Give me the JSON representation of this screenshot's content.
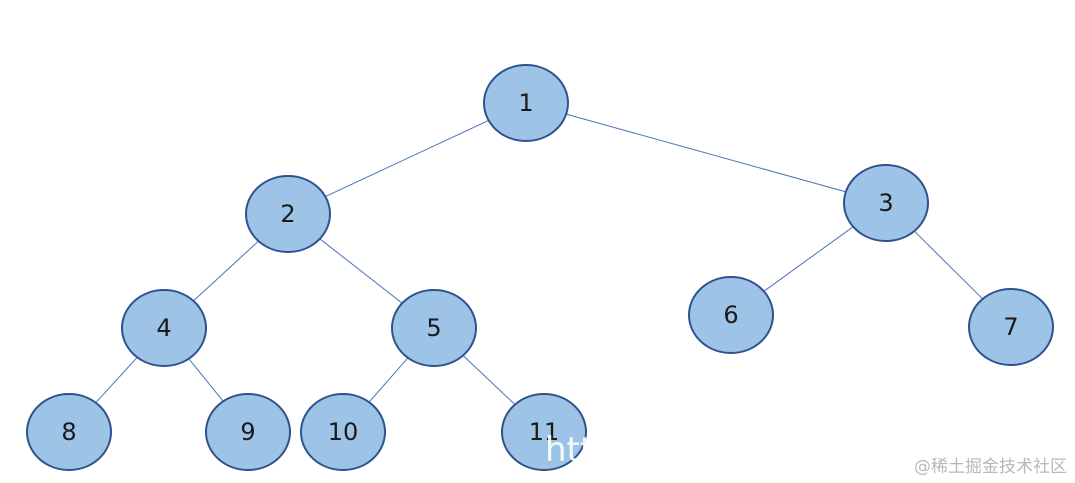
{
  "diagram": {
    "nodes": [
      {
        "id": "1",
        "label": "1"
      },
      {
        "id": "2",
        "label": "2"
      },
      {
        "id": "3",
        "label": "3"
      },
      {
        "id": "4",
        "label": "4"
      },
      {
        "id": "5",
        "label": "5"
      },
      {
        "id": "6",
        "label": "6"
      },
      {
        "id": "7",
        "label": "7"
      },
      {
        "id": "8",
        "label": "8"
      },
      {
        "id": "9",
        "label": "9"
      },
      {
        "id": "10",
        "label": "10"
      },
      {
        "id": "11",
        "label": "11"
      }
    ],
    "edges": [
      [
        "1",
        "2"
      ],
      [
        "1",
        "3"
      ],
      [
        "2",
        "4"
      ],
      [
        "2",
        "5"
      ],
      [
        "3",
        "6"
      ],
      [
        "3",
        "7"
      ],
      [
        "4",
        "8"
      ],
      [
        "4",
        "9"
      ],
      [
        "5",
        "10"
      ],
      [
        "5",
        "11"
      ]
    ],
    "colors": {
      "node_fill": "#9dc3e6",
      "node_stroke": "#2f528f",
      "edge": "#4a74b8"
    }
  },
  "overlay_text": "htt",
  "watermark": "@稀土掘金技术社区"
}
